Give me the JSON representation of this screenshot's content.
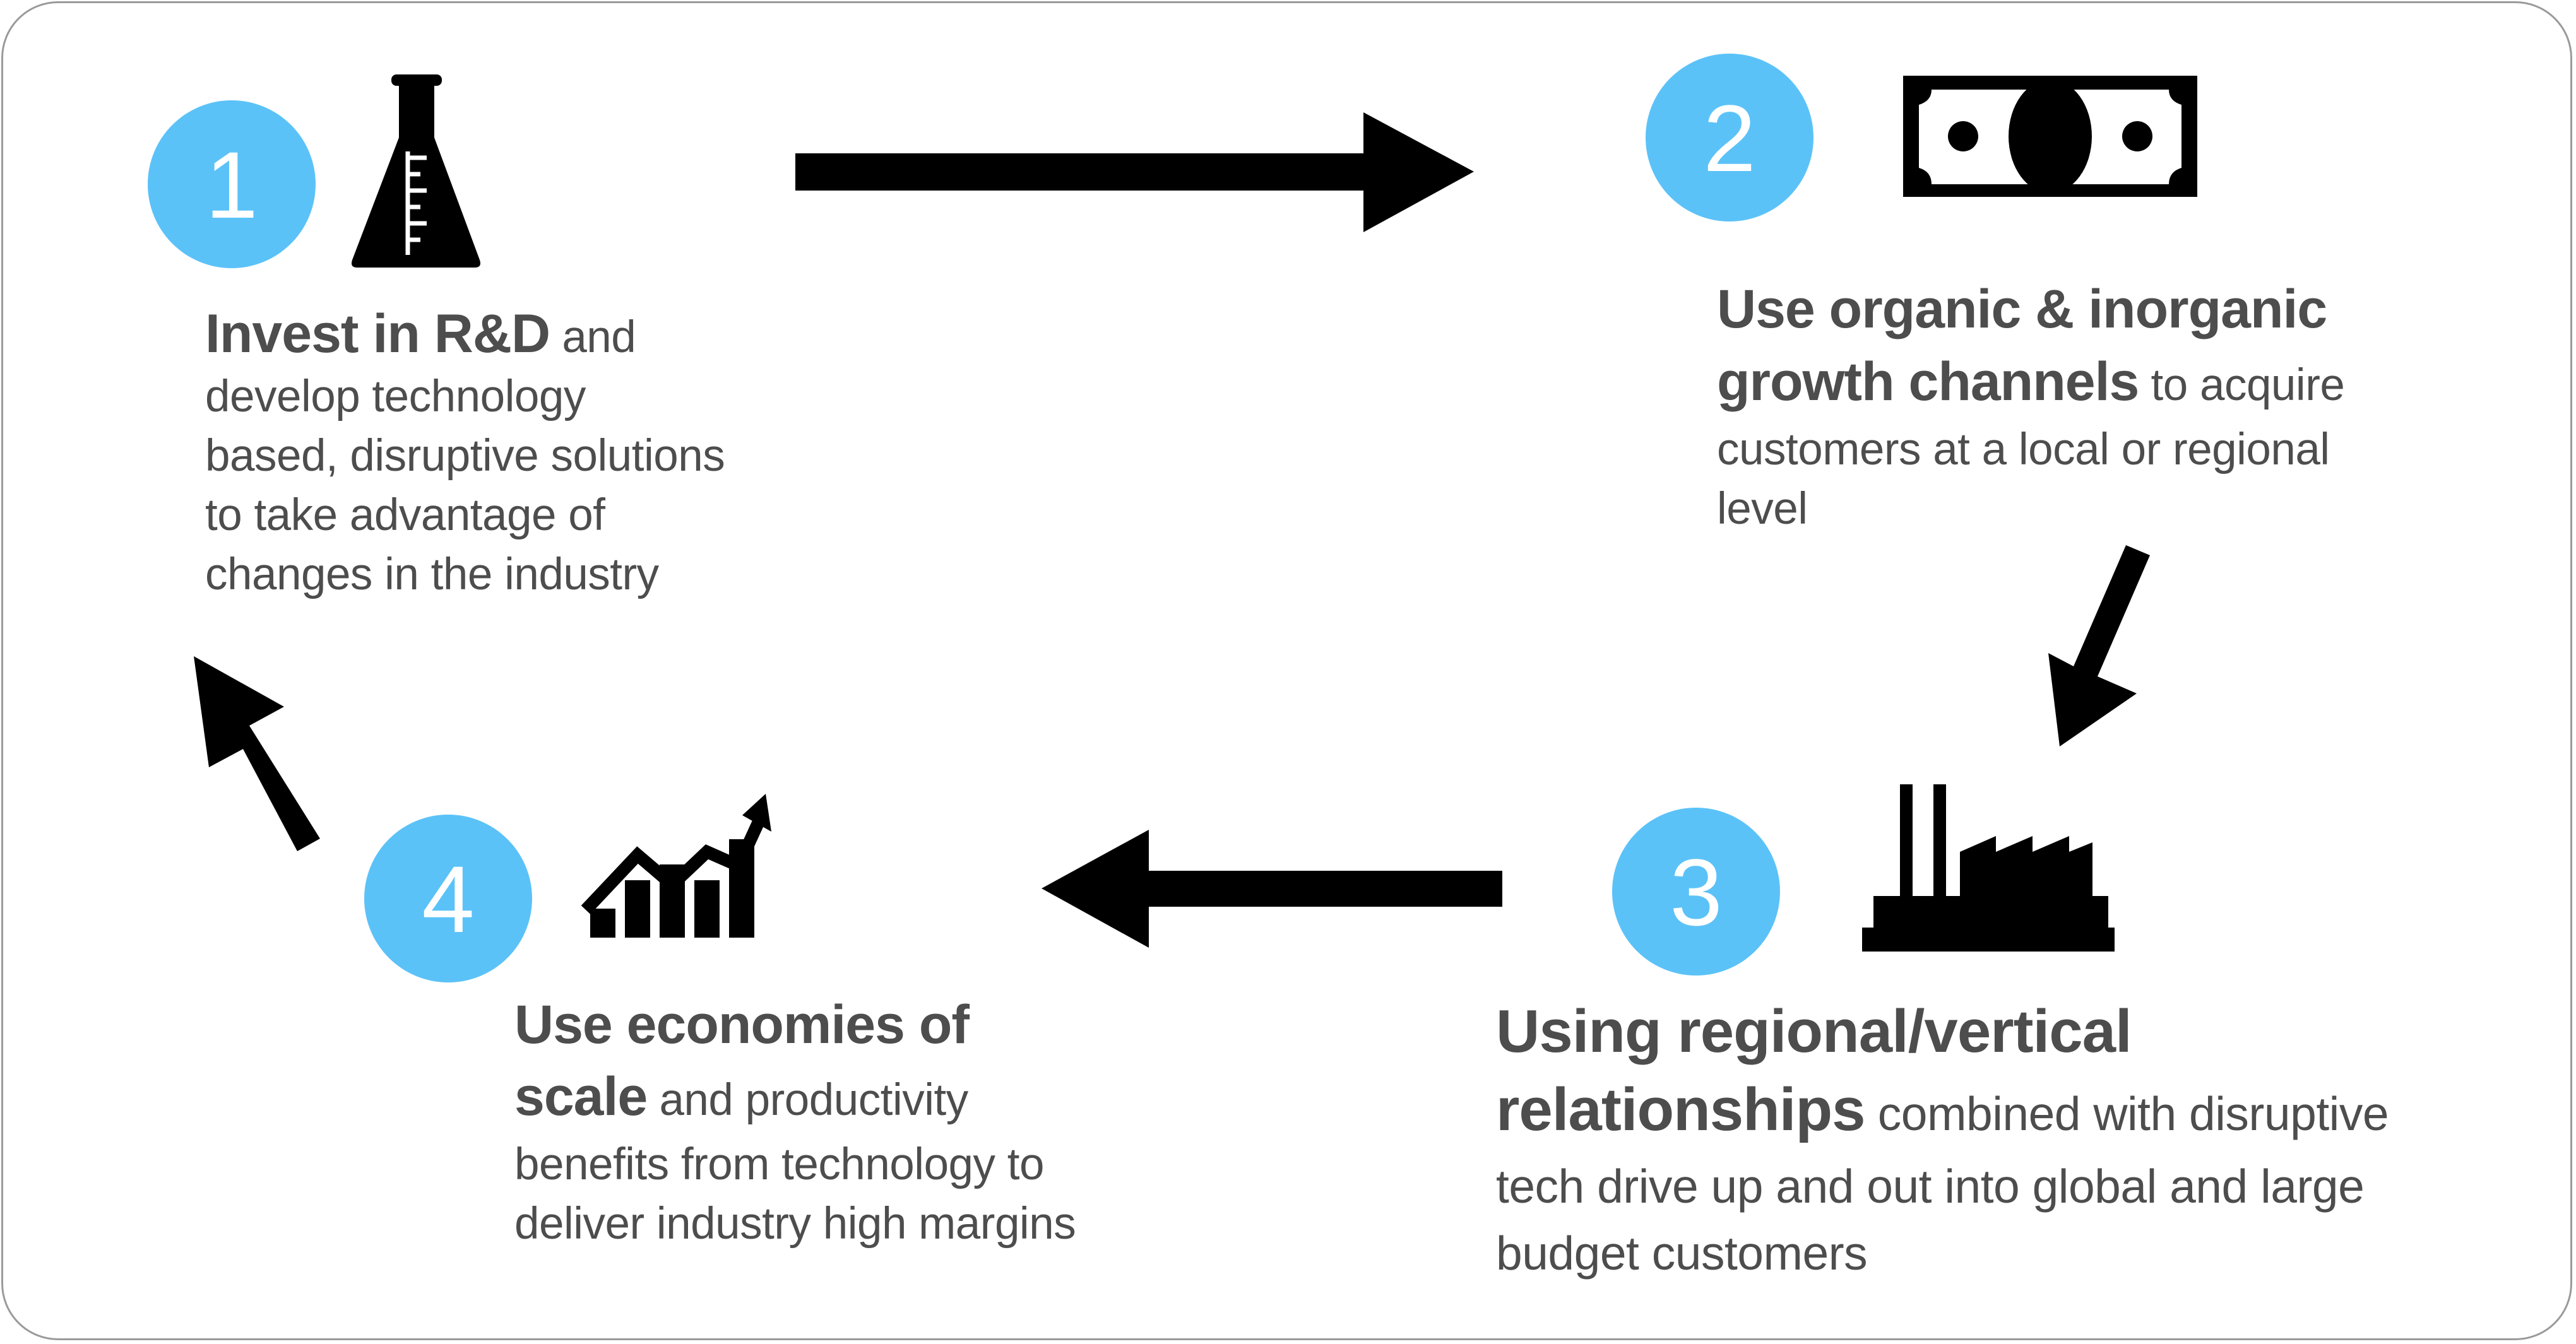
{
  "steps": [
    {
      "number": "1",
      "icon": "flask-icon",
      "bold": "Invest in R&D",
      "rest_first_line": " and",
      "lines": [
        "develop technology",
        "based, disruptive solutions",
        "to take advantage of",
        "changes in the industry"
      ]
    },
    {
      "number": "2",
      "icon": "money-bill-icon",
      "bold_line1": "Use organic & inorganic",
      "bold_line2": "growth channels",
      "rest_line2": " to acquire",
      "lines": [
        "customers at a local or regional level"
      ]
    },
    {
      "number": "3",
      "icon": "factory-icon",
      "bold_line1": "Using regional/vertical",
      "bold_line2": "relationships",
      "rest_line2": " combined with disruptive",
      "lines": [
        "tech drive up and out into global and  large",
        "budget customers"
      ]
    },
    {
      "number": "4",
      "icon": "growth-chart-icon",
      "bold_line1": "Use economies of",
      "bold_line2": "scale",
      "rest_line2": " and  productivity",
      "lines": [
        "benefits from technology to",
        "deliver industry high margins"
      ]
    }
  ],
  "colors": {
    "circle": "#5bc2f8",
    "number": "#ffffff",
    "text": "#4d4d4d",
    "icon": "#000000",
    "arrow": "#000000"
  }
}
